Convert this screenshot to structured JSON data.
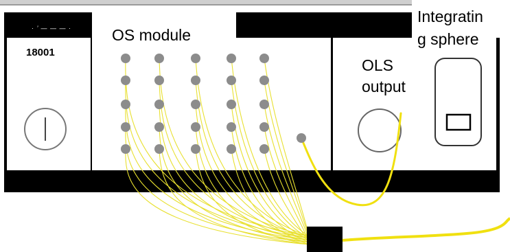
{
  "labels": {
    "os_module": "OS  module",
    "ols_line1": "OLS",
    "ols_line2": "output",
    "is_line1": "Integratin",
    "is_line2": "g   sphere",
    "unit_id": "18001",
    "brand": "· ’ — — — ·"
  },
  "colors": {
    "fiber": "#e8e030",
    "fiber_bold": "#f0e010",
    "port": "#8c8c8c",
    "frame": "#000000",
    "panel": "#ffffff"
  },
  "port_grid": {
    "rows": 5,
    "cols": 5
  },
  "icons": [
    "power-switch-icon",
    "ols-output-port-icon",
    "integrating-sphere-icon",
    "fiber-connector-icon"
  ]
}
